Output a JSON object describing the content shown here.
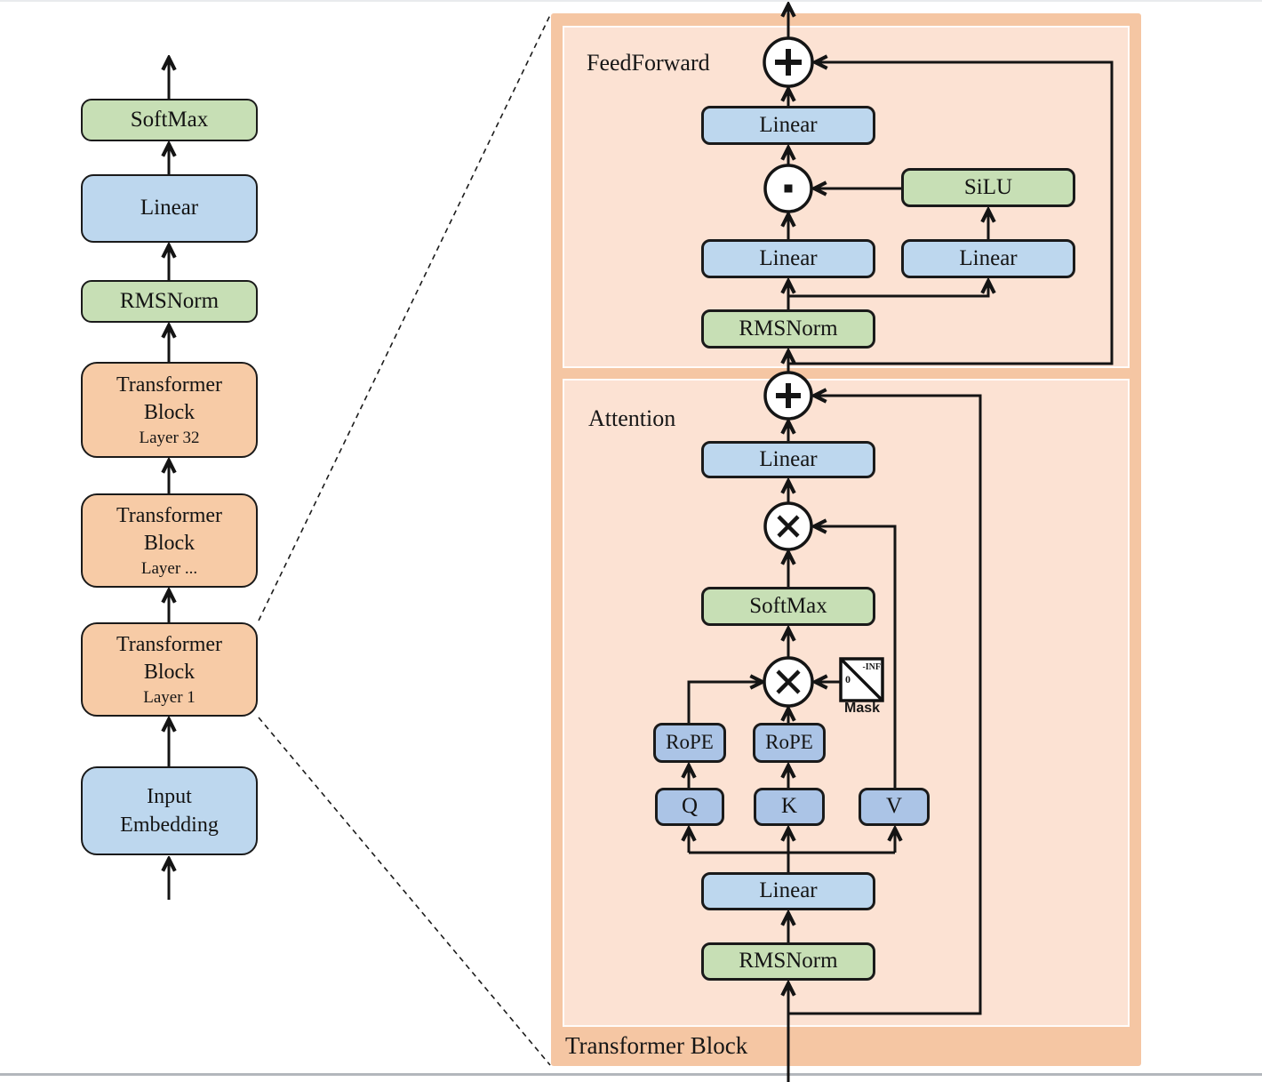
{
  "colors": {
    "green": "#C7DFB5",
    "blue_light": "#BDD7EE",
    "blue_dark": "#ABC4E6",
    "orange_box": "#F7CBA6",
    "panel_outer": "#F5C6A3",
    "panel_inner": "#FCE2D3",
    "border": "#1A1A1A",
    "line": "#141414"
  },
  "left": {
    "softmax": "SoftMax",
    "linear": "Linear",
    "rmsnorm": "RMSNorm",
    "blocks": [
      {
        "title": "Transformer Block",
        "layer": "Layer 32"
      },
      {
        "title": "Transformer Block",
        "layer": "Layer ..."
      },
      {
        "title": "Transformer Block",
        "layer": "Layer 1"
      }
    ],
    "input_embedding": "Input Embedding"
  },
  "panel": {
    "title": "Transformer Block",
    "feedforward": {
      "label": "FeedForward",
      "out_linear": "Linear",
      "gate_linear": "Linear",
      "up_linear": "Linear",
      "silu": "SiLU",
      "rmsnorm": "RMSNorm"
    },
    "attention": {
      "label": "Attention",
      "out_linear": "Linear",
      "softmax": "SoftMax",
      "rope_q": "RoPE",
      "rope_k": "RoPE",
      "q": "Q",
      "k": "K",
      "v": "V",
      "qkv_linear": "Linear",
      "rmsnorm": "RMSNorm",
      "mask_label": "Mask",
      "mask_neg_inf": "-INF",
      "mask_zero": "0"
    }
  }
}
